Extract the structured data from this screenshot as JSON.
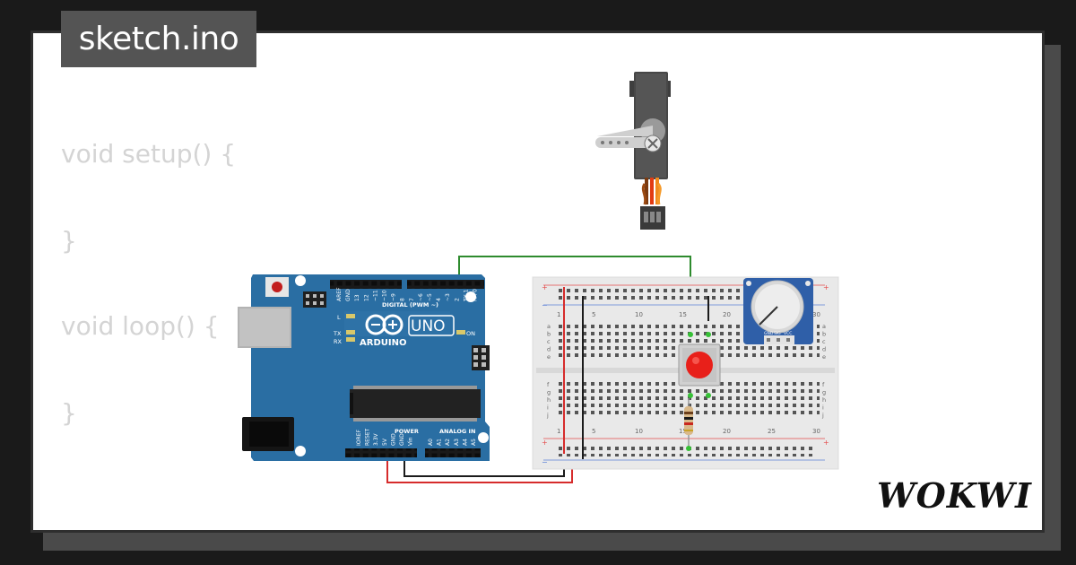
{
  "header": {
    "file_name": "sketch.ino"
  },
  "code": {
    "lines": [
      "void setup() {",
      "}",
      "void loop() {",
      "}"
    ]
  },
  "arduino": {
    "model": "UNO",
    "brand": "ARDUINO",
    "digital_label": "DIGITAL (PWM ~)",
    "power_label": "POWER",
    "analog_label": "ANALOG IN",
    "on_label": "ON",
    "l_label": "L",
    "tx_label": "TX",
    "rx_label": "RX",
    "top_pins": [
      "AREF",
      "GND",
      "13",
      "12",
      "~11",
      "~10",
      "~9",
      "8",
      "7",
      "~6",
      "~5",
      "4",
      "~3",
      "2",
      "TX 1",
      "RX 0"
    ],
    "bottom_pins": [
      "IOREF",
      "RESET",
      "3.3V",
      "5V",
      "GND",
      "GND",
      "Vin",
      "A0",
      "A1",
      "A2",
      "A3",
      "A4",
      "A5"
    ]
  },
  "breadboard": {
    "row_letters_top": [
      "a",
      "b",
      "c",
      "d",
      "e"
    ],
    "row_letters_bottom": [
      "f",
      "g",
      "h",
      "i",
      "j"
    ],
    "column_numbers": [
      "1",
      "5",
      "10",
      "15",
      "20",
      "25",
      "30"
    ]
  },
  "potentiometer": {
    "pins": [
      "GND",
      "SIG",
      "VCC"
    ]
  },
  "branding": {
    "logo_text": "WOKWI"
  },
  "colors": {
    "board_blue": "#2a6ea3",
    "wire_red": "#d62c2c",
    "wire_black": "#1b1b1b",
    "wire_green": "#2e8b2e",
    "button_red": "#e8201a",
    "servo_body": "#4a4a4a",
    "servo_wire_orange": "#f08a1d"
  }
}
